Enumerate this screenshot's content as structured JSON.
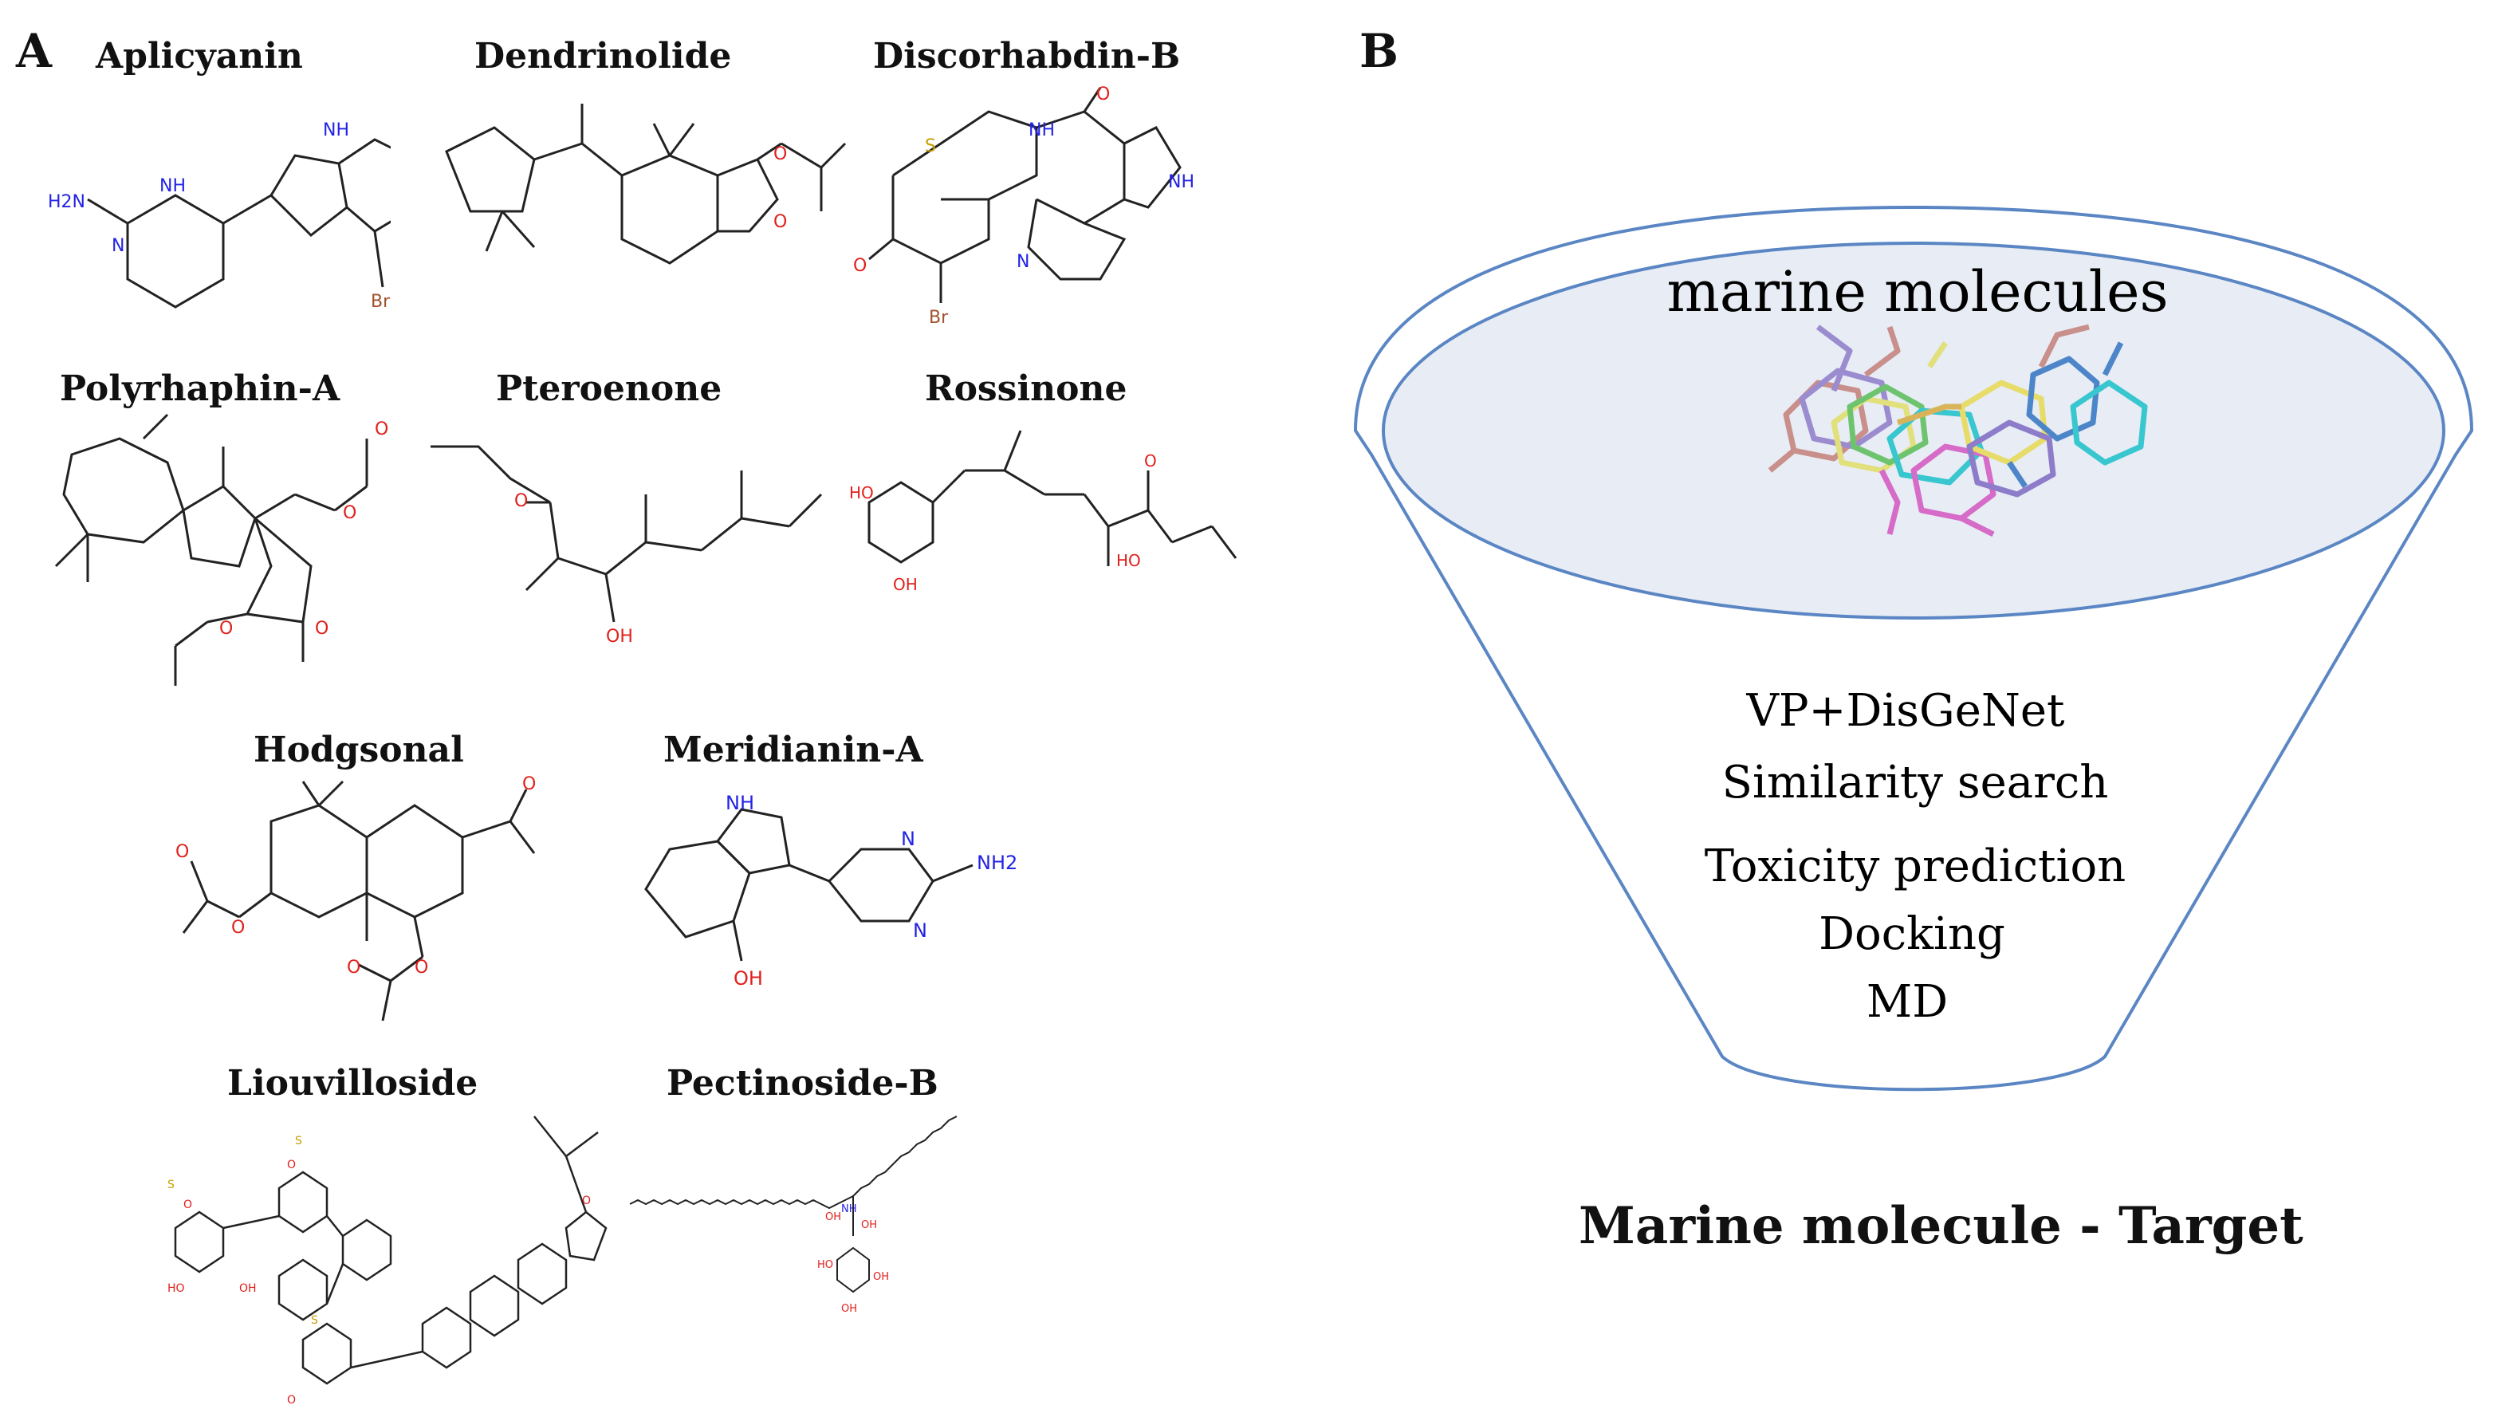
{
  "panel_a": {
    "label": "A",
    "molecules": [
      {
        "name": "Aplicyanin"
      },
      {
        "name": "Dendrinolide"
      },
      {
        "name": "Discorhabdin-B"
      },
      {
        "name": "Polyrhaphin-A"
      },
      {
        "name": "Pteroenone"
      },
      {
        "name": "Rossinone"
      },
      {
        "name": "Hodgsonal"
      },
      {
        "name": "Meridianin-A"
      },
      {
        "name": "Liouvilloside"
      },
      {
        "name": "Pectinoside-B"
      }
    ],
    "atom_labels": {
      "nh": "NH",
      "h2n": "H2N",
      "nh2": "NH2",
      "n": "N",
      "o": "O",
      "oh": "OH",
      "ho": "HO",
      "br": "Br",
      "s": "S"
    }
  },
  "panel_b": {
    "label": "B",
    "funnel_title": "marine molecules",
    "steps": [
      "VP+DisGeNet",
      "Similarity search",
      "Toxicity prediction",
      "Docking",
      "MD"
    ],
    "caption": "Marine molecule - Target"
  },
  "colors": {
    "funnel_stroke": "#5b86c4",
    "funnel_fill": "#e7ecf5",
    "bond": "#222222",
    "oxygen": "#e0201b",
    "nitrogen": "#2323e6",
    "bromine": "#a0522d",
    "sulfur": "#c8a000"
  }
}
